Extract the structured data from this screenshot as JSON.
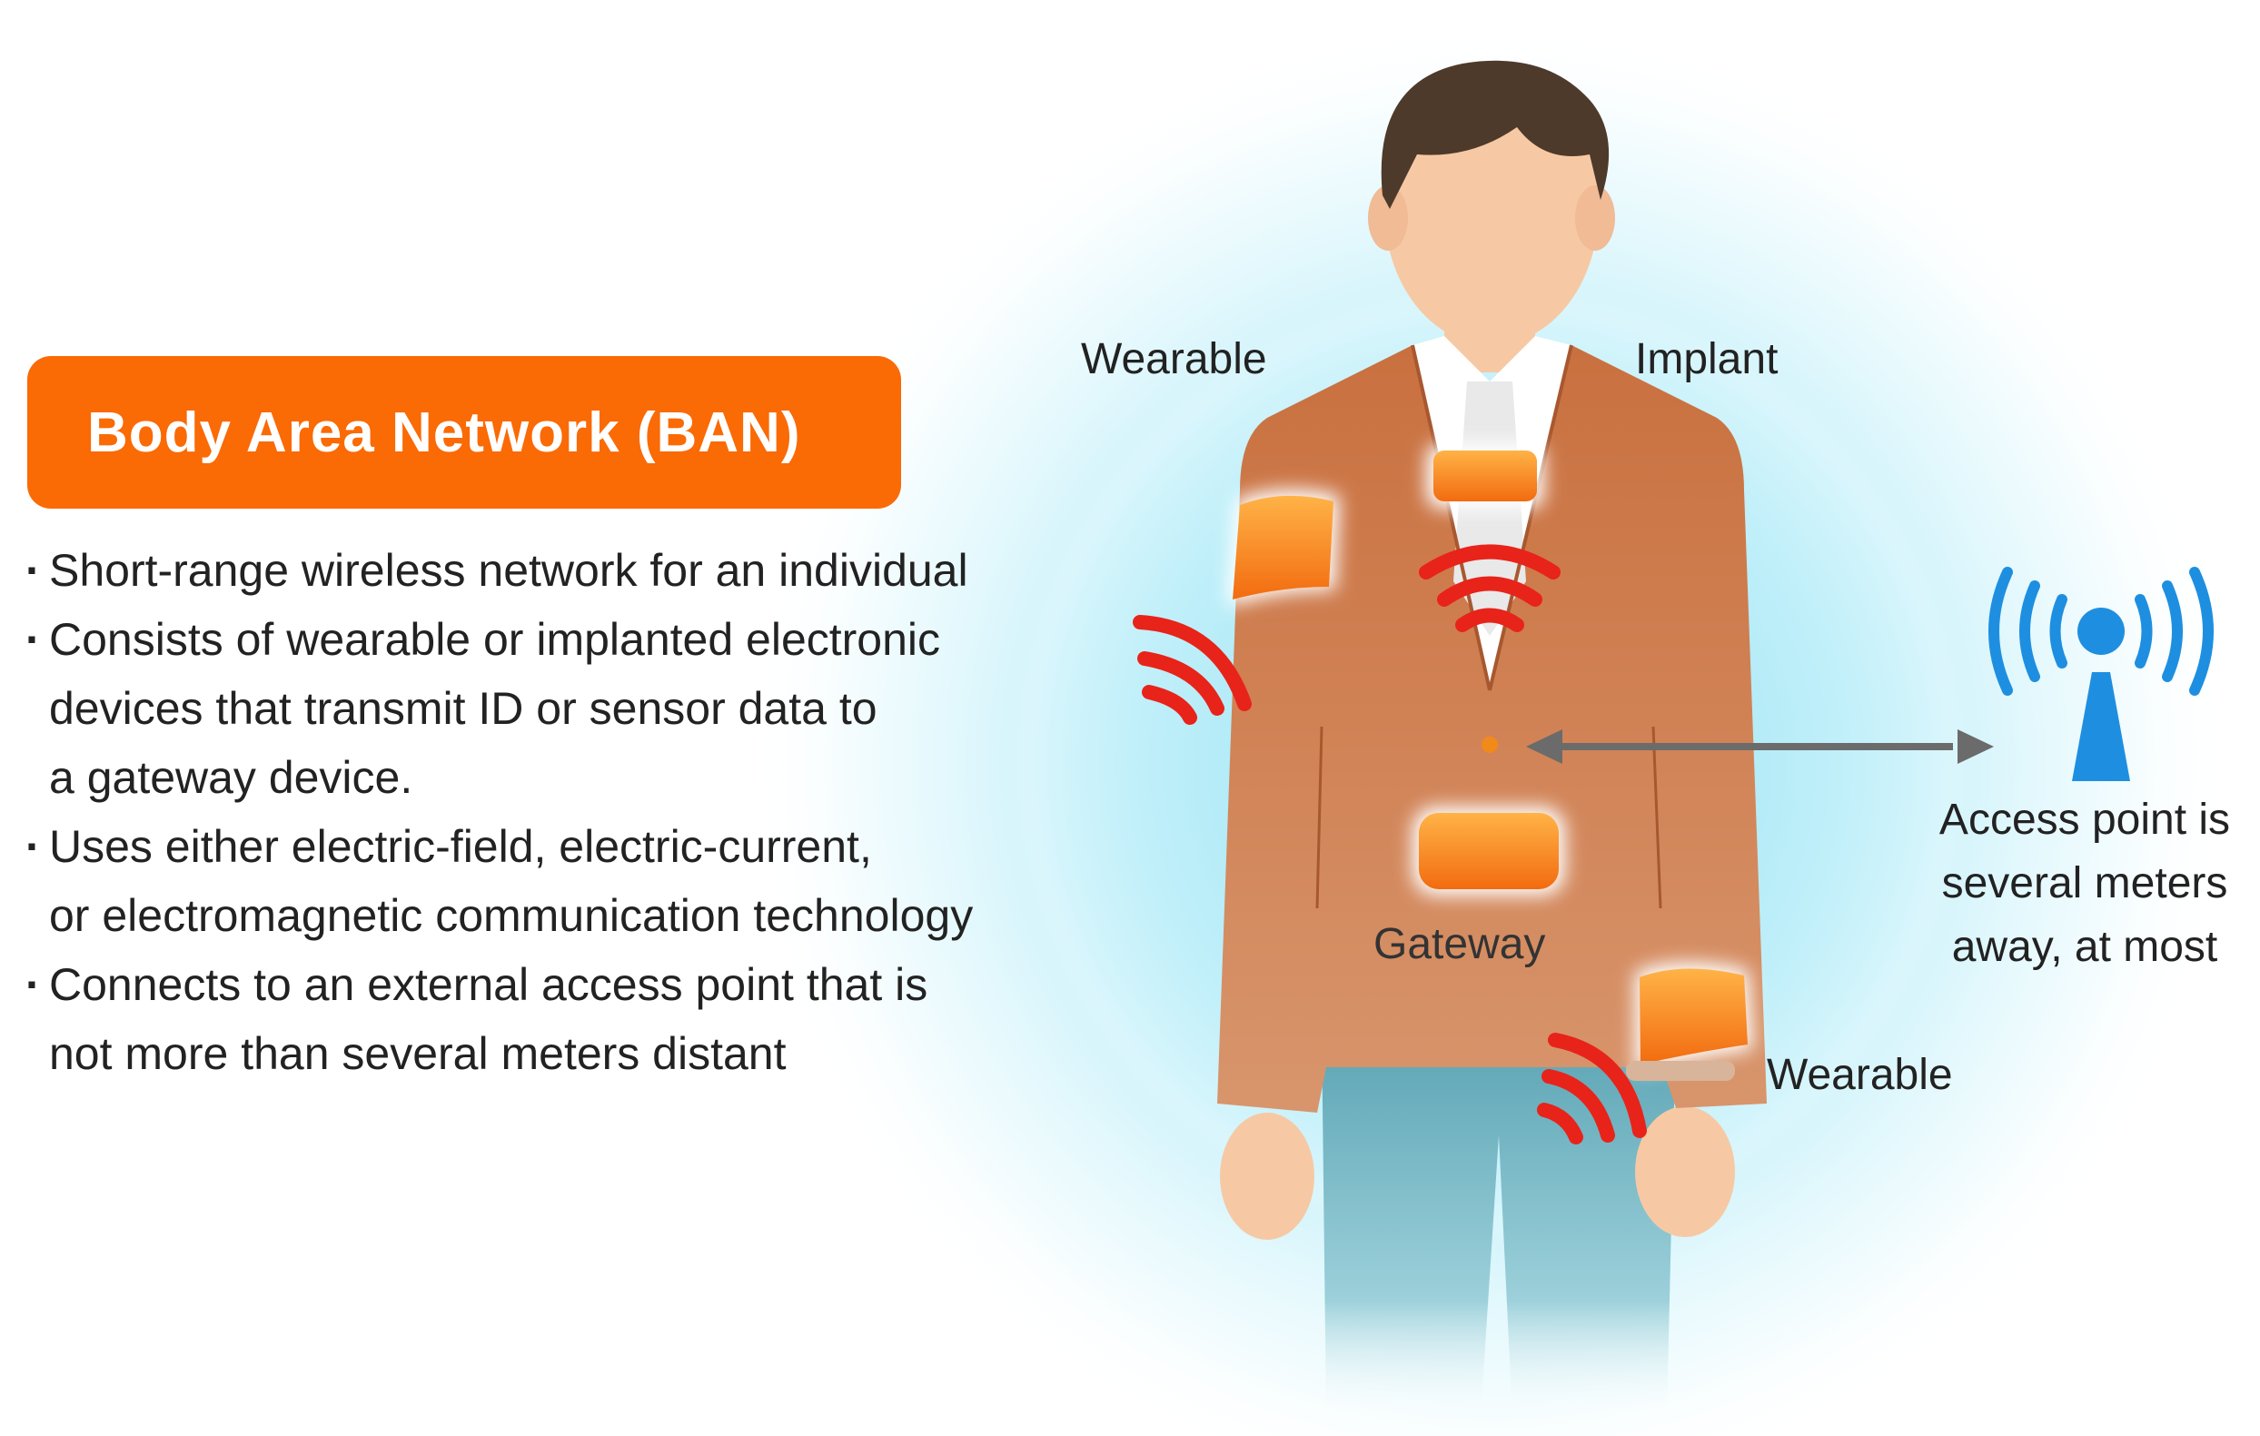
{
  "title": "Body Area Network (BAN)",
  "bullets": [
    "Short-range wireless network for an individual",
    "Consists of wearable or implanted electronic\ndevices that transmit ID or sensor data to\na gateway device.",
    "Uses either electric-field, electric-current,\nor electromagnetic communication technology",
    "Connects to an external access point that is\nnot more than several meters distant"
  ],
  "labels": {
    "wearable_shoulder": "Wearable",
    "implant": "Implant",
    "gateway": "Gateway",
    "wearable_wrist": "Wearable",
    "access_point": "Access point is\nseveral meters\naway, at most"
  },
  "colors": {
    "brand_orange": "#fa6a05",
    "signal_red": "#e8231a",
    "antenna_blue": "#1e8fe0",
    "jacket": "#c8754a",
    "halo": "#8fe3f5"
  }
}
